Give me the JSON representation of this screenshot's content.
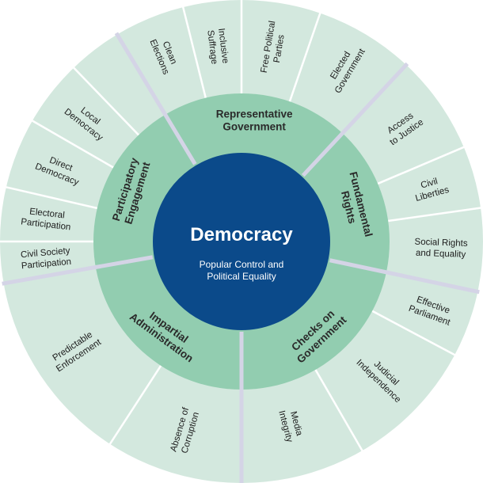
{
  "center": {
    "title": "Democracy",
    "subtitle_lines": [
      "Popular Control and",
      "Political Equality"
    ]
  },
  "attributes": [
    {
      "name": [
        "Representative",
        "Government"
      ],
      "subattributes": [
        [
          "Clean",
          "Elections"
        ],
        [
          "Inclusive",
          "Suffrage"
        ],
        [
          "Free Political",
          "Parties"
        ],
        [
          "Elected",
          "Government"
        ]
      ]
    },
    {
      "name": [
        "Fundamental",
        "Rights"
      ],
      "subattributes": [
        [
          "Access",
          "to Justice"
        ],
        [
          "Civil",
          "Liberties"
        ],
        [
          "Social Rights",
          "and Equality"
        ]
      ]
    },
    {
      "name": [
        "Checks on",
        "Government"
      ],
      "subattributes": [
        [
          "Effective",
          "Parliament"
        ],
        [
          "Judicial",
          "Independence"
        ],
        [
          "Media",
          "Integrity"
        ]
      ]
    },
    {
      "name": [
        "Impartial",
        "Administration"
      ],
      "subattributes": [
        [
          "Absence of",
          "Corruption"
        ],
        [
          "Predictable",
          "Enforcement"
        ]
      ]
    },
    {
      "name": [
        "Participatory",
        "Engagement"
      ],
      "subattributes": [
        [
          "Civil Society",
          "Participation"
        ],
        [
          "Electoral",
          "Participation"
        ],
        [
          "Direct",
          "Democracy"
        ],
        [
          "Local",
          "Democracy"
        ]
      ]
    }
  ],
  "colors": {
    "outer_ring": "#d3e8de",
    "middle_ring": "#92cdb0",
    "core": "#0b4a8a",
    "divider": "#ffffff",
    "major_divider": "#d4d4e6"
  }
}
